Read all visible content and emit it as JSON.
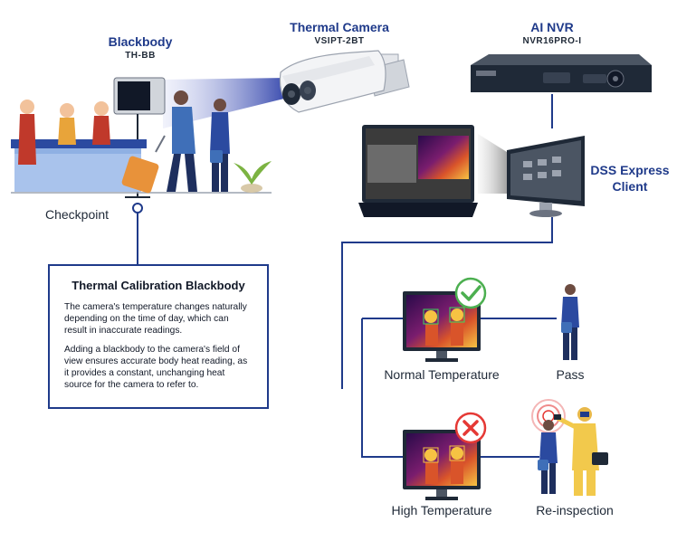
{
  "blackbody": {
    "title": "Blackbody",
    "model": "TH-BB"
  },
  "camera": {
    "title": "Thermal Camera",
    "model": "VSIPT-2BT"
  },
  "nvr": {
    "title": "AI NVR",
    "model": "NVR16PRO-I"
  },
  "client": {
    "title_line1": "DSS Express",
    "title_line2": "Client"
  },
  "checkpoint": {
    "label": "Checkpoint"
  },
  "info": {
    "title": "Thermal Calibration Blackbody",
    "para1": "The camera's temperature changes naturally depending on the time of day, which can result in inaccurate readings.",
    "para2": "Adding a blackbody to the camera's field of view ensures accurate body heat reading, as it provides a constant, unchanging heat source for the camera to refer to."
  },
  "outcomes": {
    "normal": "Normal Temperature",
    "high": "High Temperature",
    "pass": "Pass",
    "reinspection": "Re-inspection"
  },
  "colors": {
    "brand_blue": "#1f3a8a",
    "pass_green": "#4caf50",
    "fail_red": "#e53935"
  },
  "icons": {
    "normal_status": "check-icon",
    "high_status": "cross-icon"
  }
}
